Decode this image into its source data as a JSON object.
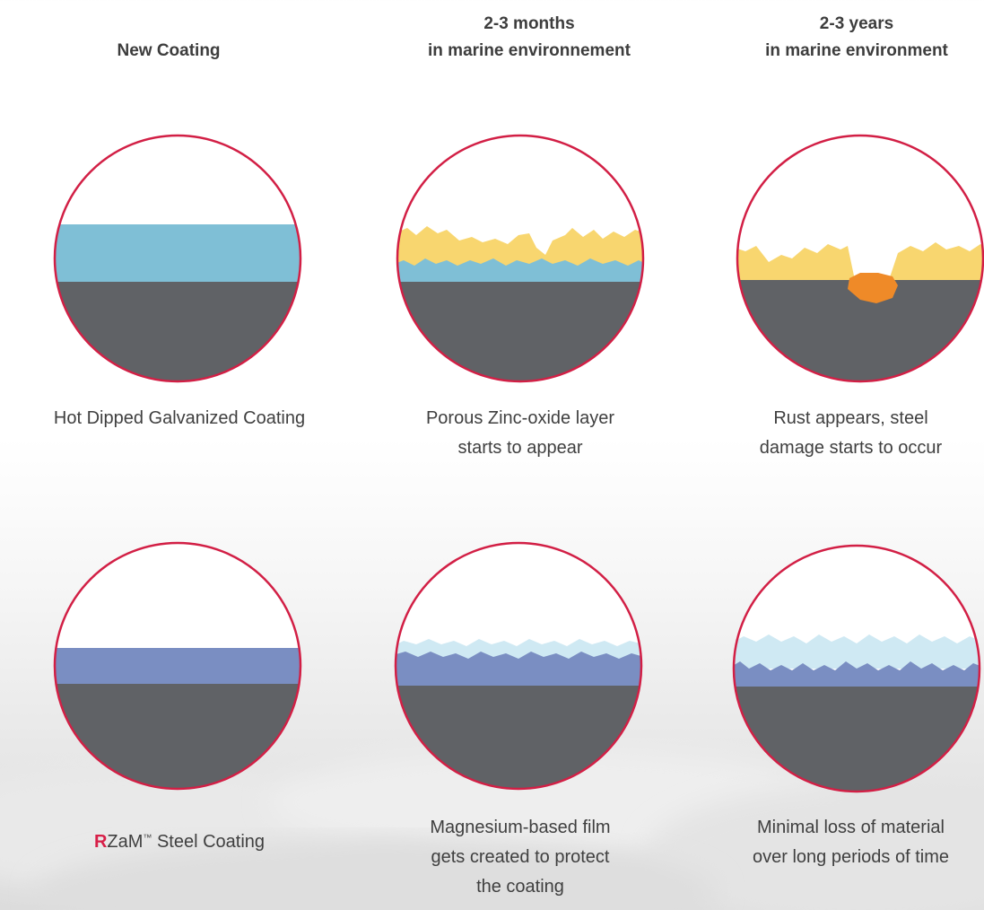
{
  "headers": [
    {
      "line1": "New Coating",
      "line2": ""
    },
    {
      "line1": "2-3 months",
      "line2": "in marine environnement"
    },
    {
      "line1": "2-3 years",
      "line2": "in marine environment"
    }
  ],
  "rows": [
    {
      "name": "hot-dipped-galvanized",
      "captions": [
        {
          "line1": "Hot Dipped Galvanized Coating",
          "line2": "",
          "line3": ""
        },
        {
          "line1": "Porous Zinc-oxide layer",
          "line2": "starts to appear",
          "line3": ""
        },
        {
          "line1": "Rust appears, steel",
          "line2": "damage starts to occur",
          "line3": ""
        }
      ]
    },
    {
      "name": "rzam",
      "captions": [
        {
          "line1": "",
          "line2": "",
          "line3": ""
        },
        {
          "line1": "Magnesium-based film",
          "line2": "gets created to protect",
          "line3": "the coating"
        },
        {
          "line1": "Minimal loss of material",
          "line2": "over long periods of time",
          "line3": ""
        }
      ]
    }
  ],
  "rzam_caption": {
    "brand_r": "R",
    "brand_rest": "ZaM",
    "trademark": "™",
    "suffix": " Steel Coating"
  },
  "colors": {
    "circle_outline": "#d21f45",
    "steel": "#606266",
    "galvanized_zinc": "#7fbfd6",
    "zinc_oxide": "#f8d66f",
    "rust": "#ef8a28",
    "rzam_coating": "#7a8ec2",
    "magnesium_film": "#cfe9f3",
    "brand_red": "#d71f48"
  }
}
